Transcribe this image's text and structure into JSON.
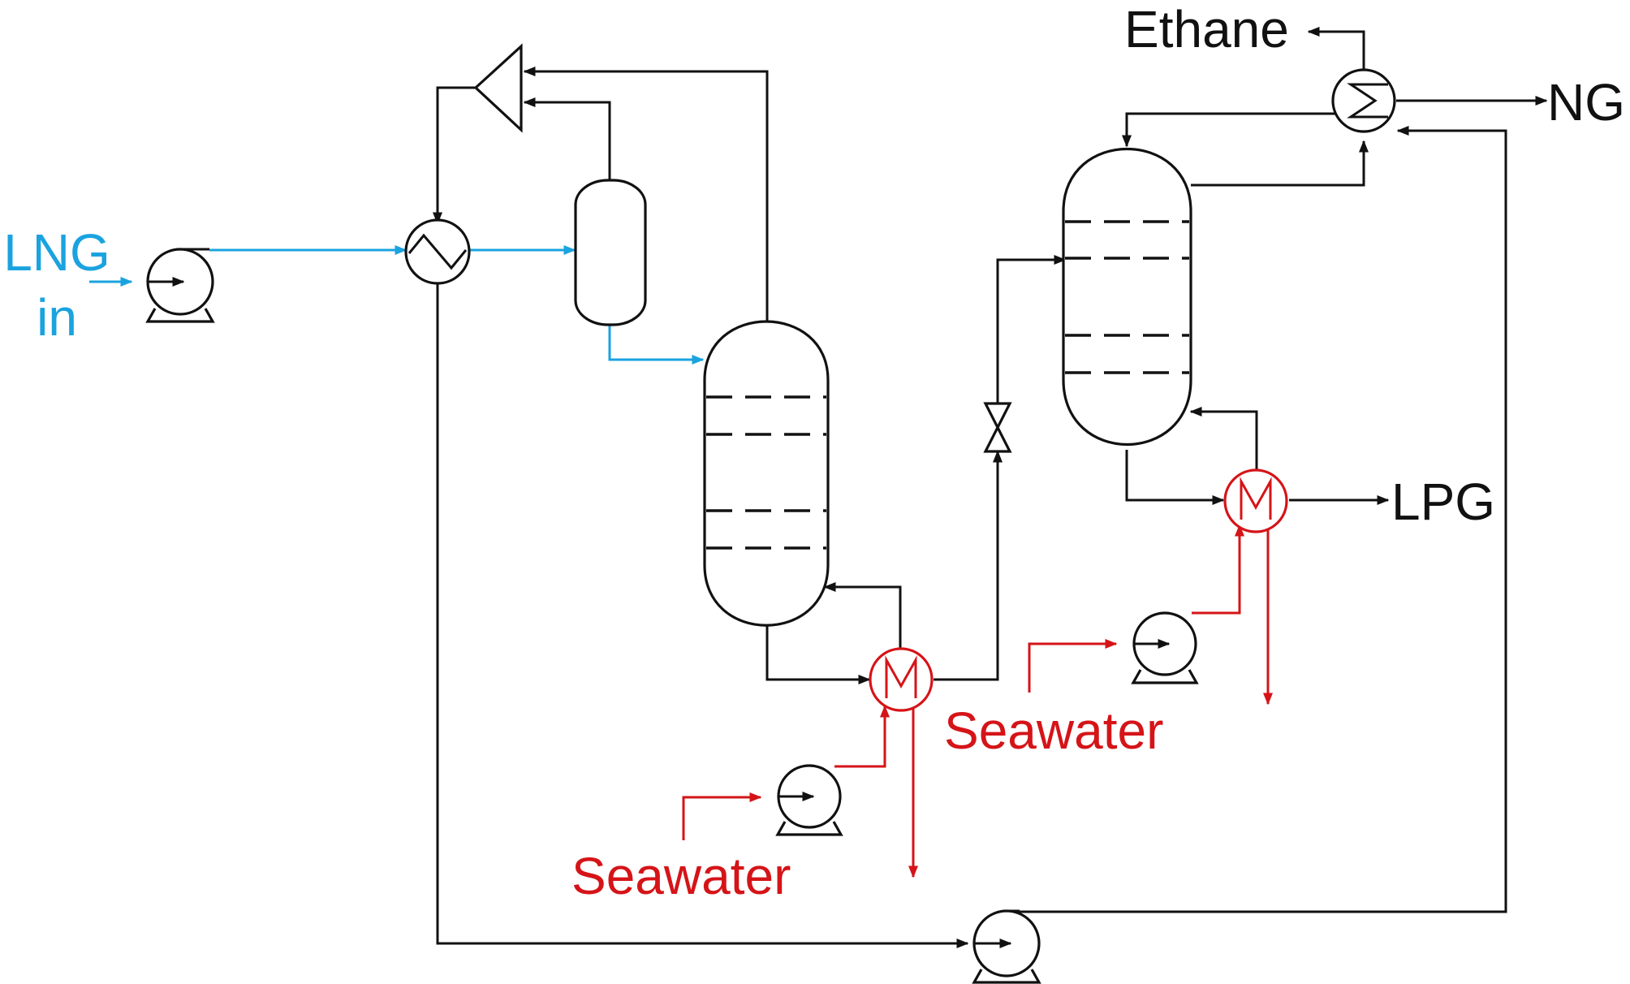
{
  "labels": {
    "lng_in_line1": "LNG",
    "lng_in_line2": "in",
    "ethane": "Ethane",
    "ng": "NG",
    "lpg": "LPG",
    "seawater_1": "Seawater",
    "seawater_2": "Seawater"
  },
  "colors": {
    "process_line": "#111111",
    "lng_line": "#1aa3df",
    "seawater_line": "#d51418",
    "background": "#ffffff"
  },
  "equipment": [
    "lng-feed-pump",
    "lng-heat-exchanger",
    "compressor",
    "flash-drum",
    "demethanizer-column",
    "demethanizer-reboiler",
    "seawater-pump-1",
    "expansion-valve",
    "deethanizer-column",
    "deethanizer-condenser",
    "deethanizer-reboiler",
    "seawater-pump-2",
    "recycle-pump"
  ]
}
